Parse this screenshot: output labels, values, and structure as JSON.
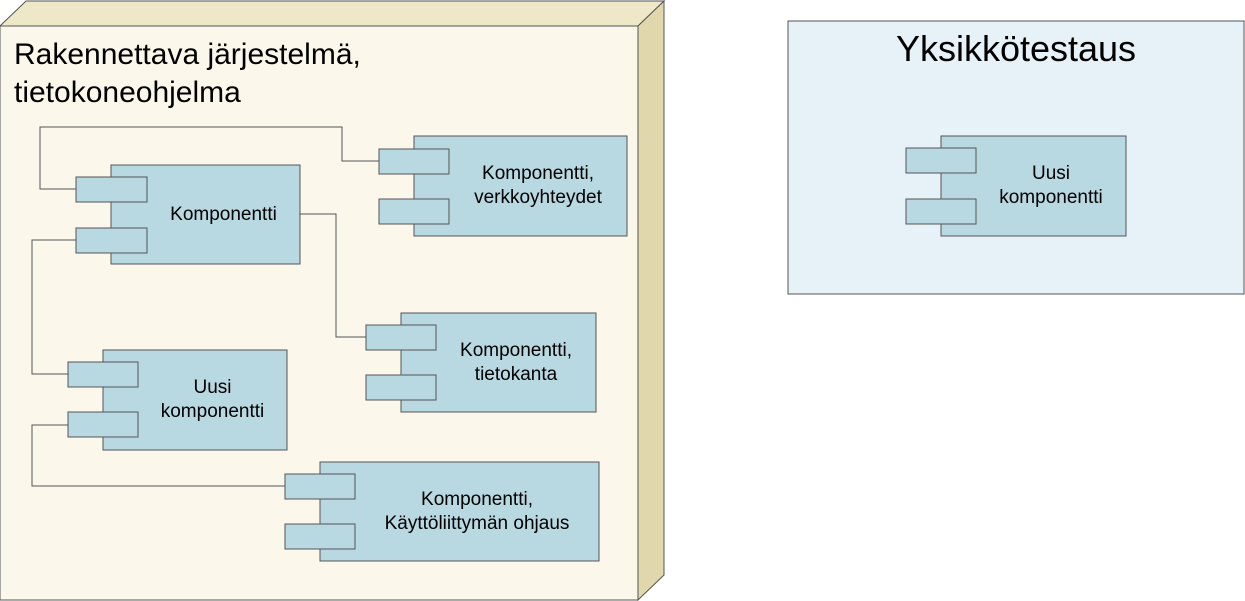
{
  "node": {
    "title_line1": "Rakennettava järjestelmä,",
    "title_line2": "tietokoneohjelma"
  },
  "unit_test": {
    "title": "Yksikkötestaus",
    "component": {
      "line1": "Uusi",
      "line2": "komponentti"
    }
  },
  "components": {
    "core": {
      "line1": "Komponentti",
      "line2": ""
    },
    "network": {
      "line1": "Komponentti,",
      "line2": "verkkoyhteydet"
    },
    "database": {
      "line1": "Komponentti,",
      "line2": "tietokanta"
    },
    "new": {
      "line1": "Uusi",
      "line2": "komponentti"
    },
    "ui": {
      "line1": "Komponentti,",
      "line2": "Käyttöliittymän ohjaus"
    }
  },
  "colors": {
    "node_face": "#fbf7ea",
    "node_side": "#e0d8ac",
    "unit_bg": "#e6f2f7",
    "component": "#b8d8e2",
    "stroke": "#555555"
  }
}
